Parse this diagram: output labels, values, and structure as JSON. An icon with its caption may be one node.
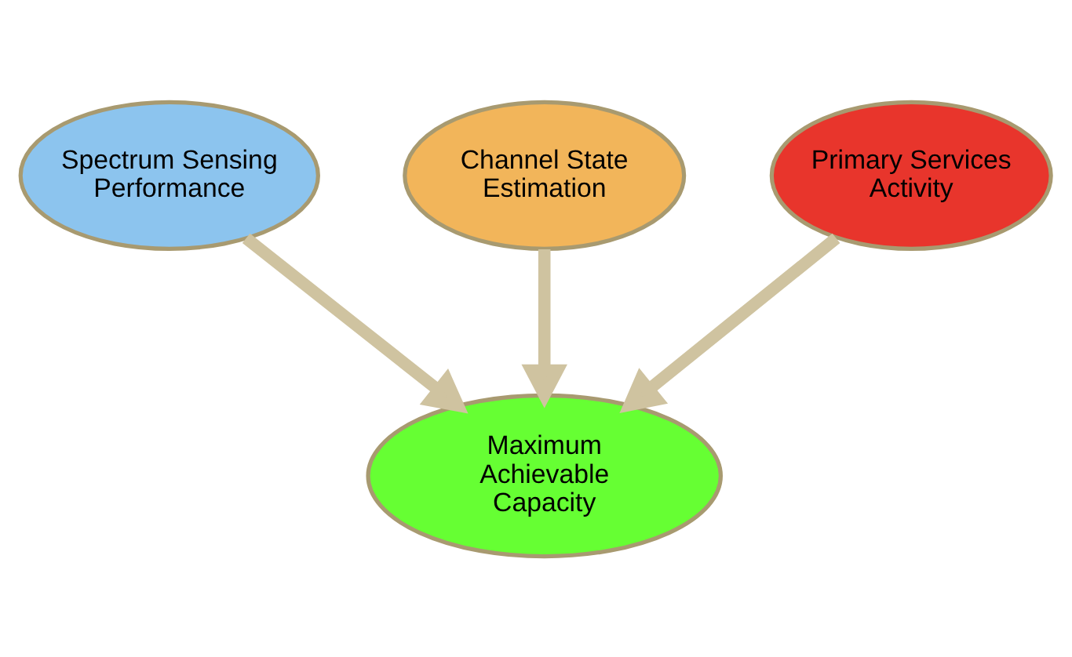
{
  "diagram": {
    "nodes": [
      {
        "text": [
          "Spectrum Sensing Performance"
        ]
      },
      {
        "text": [
          "Channel State Estimation"
        ]
      },
      {
        "text": [
          "Primary Services Activity"
        ]
      },
      {
        "text": [
          "Maximum Achievable Capacity"
        ]
      }
    ],
    "edges": [
      {
        "from": 0,
        "to": 3,
        "arrow": "to"
      },
      {
        "from": 1,
        "to": 3,
        "arrow": "to"
      },
      {
        "from": 2,
        "to": 3,
        "arrow": "to"
      }
    ]
  }
}
